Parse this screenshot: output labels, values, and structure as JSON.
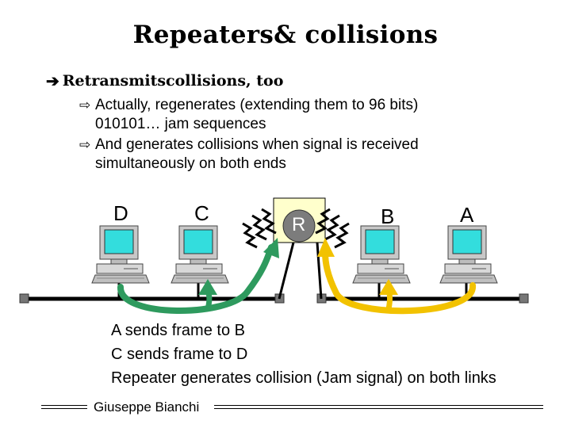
{
  "slide": {
    "title": "Repeaters& collisions",
    "bullet_main": "Retransmitscollisions, too",
    "sub_bullets": [
      {
        "line1": "Actually, regenerates (extending them to 96 bits)",
        "line2": "010101… jam sequences"
      },
      {
        "line1": "And generates collisions when signal is received",
        "line2": "simultaneously on both ends"
      }
    ],
    "hosts": {
      "d": "D",
      "c": "C",
      "b": "B",
      "a": "A"
    },
    "repeater_label": "R",
    "captions": [
      "A sends frame to B",
      "C sends frame to D",
      "Repeater generates collision (Jam signal) on both links"
    ],
    "footer_author": "Giuseppe Bianchi"
  },
  "colors": {
    "green_arrow": "#2e9a5e",
    "yellow_arrow": "#f2c200",
    "screen": "#33dddd",
    "repeater_box": "#ffffcc"
  },
  "icons": [
    "bullet-arrow-icon",
    "hollow-arrow-icon",
    "computer-icon",
    "lightning-icon",
    "terminator-icon"
  ]
}
